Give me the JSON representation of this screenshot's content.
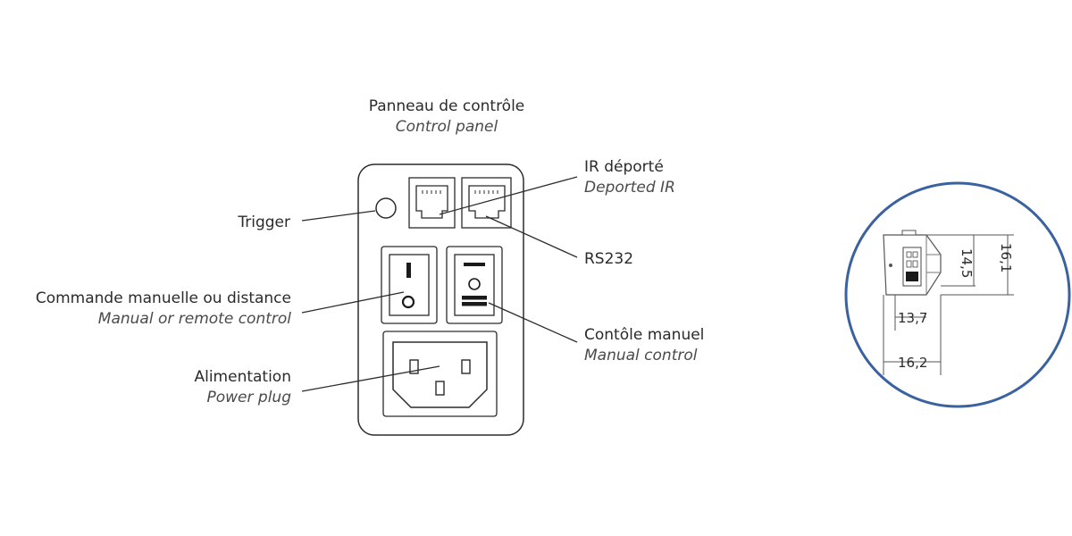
{
  "labels": {
    "control_panel": {
      "fr": "Panneau de contrôle",
      "en": "Control panel"
    },
    "deported_ir": {
      "fr": "IR déporté",
      "en": "Deported IR"
    },
    "trigger": {
      "fr": "Trigger"
    },
    "rs232": {
      "fr": "RS232"
    },
    "manual_remote": {
      "fr": "Commande manuelle ou distance",
      "en": "Manual or remote control"
    },
    "manual_control": {
      "fr": "Contôle manuel",
      "en": "Manual control"
    },
    "power": {
      "fr": "Alimentation",
      "en": "Power plug"
    }
  },
  "dimensions": {
    "d161": "16,1",
    "d145": "14,5",
    "d137": "13,7",
    "d162": "16,2"
  },
  "colors": {
    "circle_border": "#3a62a0",
    "line": "#2b2b2b"
  }
}
